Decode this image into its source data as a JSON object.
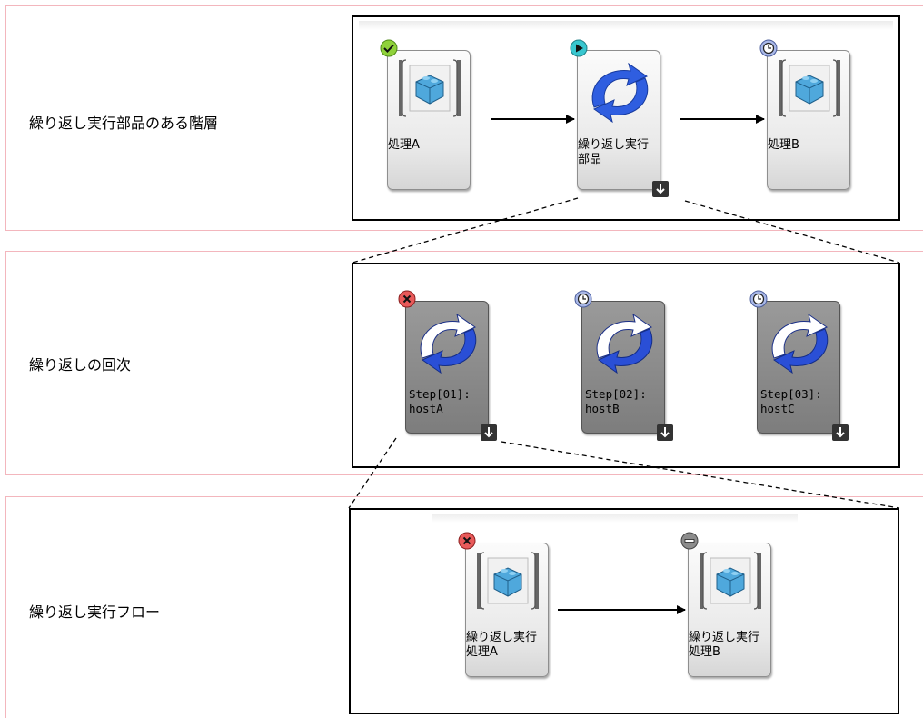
{
  "sections": [
    {
      "label": "繰り返し実行部品のある階層"
    },
    {
      "label": "繰り返しの回次"
    },
    {
      "label": "繰り返し実行フロー"
    }
  ],
  "top_flow": {
    "nodes": [
      {
        "label": "処理A",
        "status": "success",
        "icon": "block-icon"
      },
      {
        "label": "繰り返し実行\n部品",
        "status": "running",
        "icon": "repeat-icon"
      },
      {
        "label": "処理B",
        "status": "waiting",
        "icon": "block-icon"
      }
    ]
  },
  "iterations": {
    "nodes": [
      {
        "label": "Step[01]:\nhostA",
        "status": "error",
        "icon": "repeat-icon"
      },
      {
        "label": "Step[02]:\nhostB",
        "status": "waiting",
        "icon": "repeat-icon"
      },
      {
        "label": "Step[03]:\nhostC",
        "status": "waiting",
        "icon": "repeat-icon"
      }
    ]
  },
  "repeat_flow": {
    "nodes": [
      {
        "label": "繰り返し実行\n処理A",
        "status": "error",
        "icon": "block-icon"
      },
      {
        "label": "繰り返し実行\n処理B",
        "status": "skipped",
        "icon": "block-icon"
      }
    ]
  },
  "colors": {
    "band_border": "#f3b6bd",
    "status_success": "#8fd13a",
    "status_running": "#38c6cf",
    "status_waiting": "#a9b8e8",
    "status_error": "#e85a5a",
    "status_skipped": "#8c8c8c",
    "repeat_arrow": "#2244cc"
  }
}
